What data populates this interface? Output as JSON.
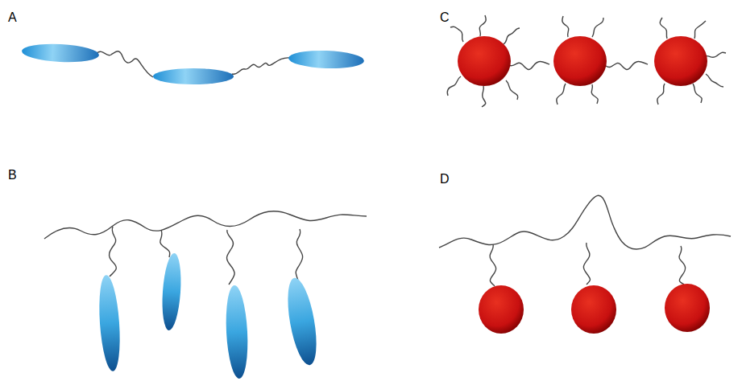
{
  "diagram": {
    "labels": [
      "A",
      "C",
      "B",
      "D"
    ]
  }
}
